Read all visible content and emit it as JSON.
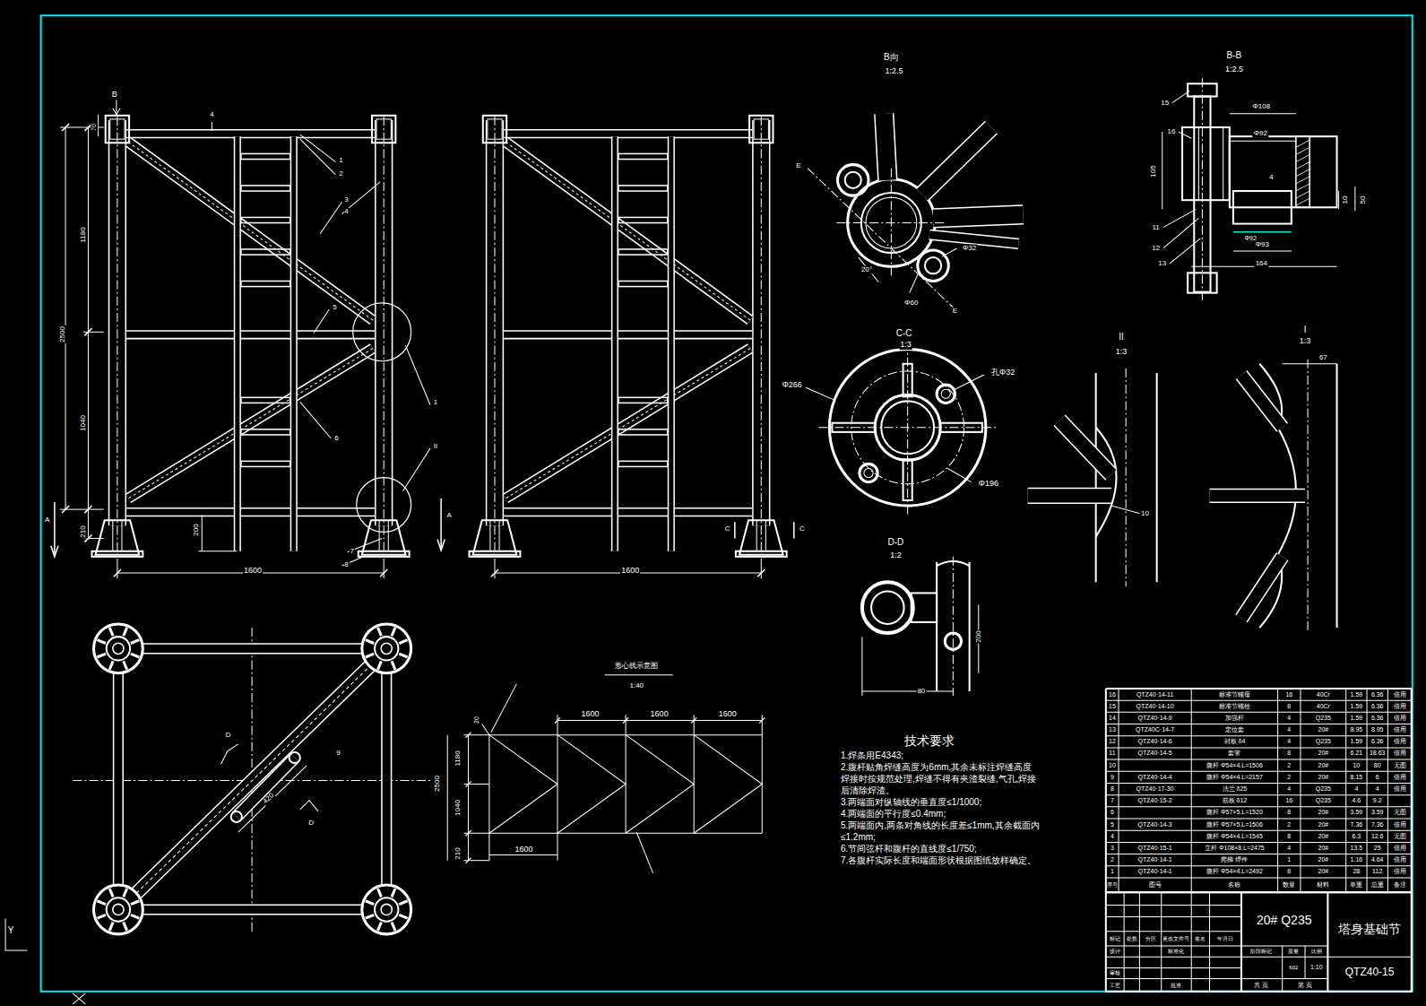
{
  "diagram": {
    "labels": [
      "B",
      "70",
      "4",
      "1",
      "2",
      "3",
      "4",
      "1180",
      "2500",
      "5",
      "1",
      "6",
      "1040",
      "II",
      "A",
      "A",
      "210",
      "200",
      "7",
      "8",
      "1600",
      "1600",
      "C",
      "C",
      "D",
      "D",
      "9",
      "420",
      "B向",
      "1:2.5",
      "E",
      "E",
      "Φ32",
      "20°",
      "Φ60",
      "B-B",
      "1:2.5",
      "15",
      "Φ108",
      "16",
      "Φ92",
      "105",
      "4",
      "10",
      "50",
      "Φ92",
      "Φ93",
      "11",
      "12",
      "13",
      "164",
      "C-C",
      "1:3",
      "孔Φ32",
      "Φ266",
      "Φ196",
      "D-D",
      "1:2",
      "200",
      "80",
      "II",
      "1:3",
      "10",
      "I",
      "1:3",
      "67",
      "形心线示意图",
      "1:40",
      "1600",
      "1600",
      "1600",
      "20",
      "1180",
      "2500",
      "1040",
      "210",
      "1600",
      "Y",
      "技术要求",
      "1.焊条用E4343;",
      "2.腹杆贴角焊缝高度为6mm,其余未标注焊缝高度焊接时按规范处理,焊缝不得有夹渣裂缝,气孔,焊接后清除焊渣。",
      "3.两端面对纵轴线的垂直度≤1/1000;",
      "4.两端面的平行度≤0.4mm;",
      "5.两端面内,两条对角线的长度差≤1mm,其余截面内≤1.2mm;",
      "6.节间弦杆和腹杆的直线度≤1/750;",
      "7.各腹杆实际长度和端面形状根据图纸放样确定。",
      "16",
      "QTZ40·14-11",
      "标准节螺母",
      "16",
      "40Cr",
      "1.59",
      "6.36",
      "借用",
      "15",
      "QTZ40·14-10",
      "标准节螺栓",
      "8",
      "40Cr",
      "1.59",
      "6.36",
      "借用",
      "14",
      "QTZ40·14-9",
      "加强杆",
      "4",
      "Q235",
      "1.59",
      "6.36",
      "借用",
      "13",
      "QTZ40C·14-7",
      "定位套",
      "4",
      "20#",
      "8.95",
      "8.95",
      "借用",
      "12",
      "QTZ40·14-6",
      "封板 δ4",
      "4",
      "Q235",
      "1.59",
      "6.36",
      "借用",
      "11",
      "QTZ40·14-5",
      "套管",
      "8",
      "20#",
      "6.21",
      "18.63",
      "借用",
      "10",
      "腹杆 Φ54×4.L=1506",
      "2",
      "20#",
      "10",
      "80",
      "无图",
      "9",
      "QTZ40·14-4",
      "腹杆 Φ54×4.L=2157",
      "2",
      "20#",
      "8.15",
      "6",
      "借用",
      "8",
      "QTZ40·17-30",
      "法兰 δ25",
      "4",
      "Q235",
      "4",
      "4",
      "借用",
      "7",
      "QTZ40·15-2",
      "筋板 δ12",
      "16",
      "Q235",
      "4.6",
      "9.2",
      "6",
      "腹杆 Φ57×5.L=1520",
      "8",
      "20#",
      "3.59",
      "3.59",
      "无图",
      "5",
      "QTZ40·14-3",
      "腹杆 Φ57×5.L=1506",
      "2",
      "20#",
      "7.36",
      "7.36",
      "借用",
      "4",
      "腹杆 Φ54×4.L=1545",
      "8",
      "20#",
      "6.3",
      "12.6",
      "无图",
      "3",
      "QTZ40·15-1",
      "立杆 Φ108×8.L=2475",
      "4",
      "20#",
      "13.5",
      "25",
      "借用",
      "2",
      "QTZ40·14-1",
      "爬梯 焊件",
      "1",
      "20#",
      "1.16",
      "4.64",
      "借用",
      "1",
      "QTZ40·14-1",
      "腹杆 Φ54×4.L=2492",
      "8",
      "20#",
      "28",
      "112",
      "借用",
      "序号",
      "图号",
      "名称",
      "数量",
      "材料",
      "单重",
      "总重",
      "备注",
      "20# Q235",
      "塔身基础节",
      "QTZ40-15",
      "标记",
      "处数",
      "分区",
      "更改文件号",
      "签名",
      "年月日",
      "设计",
      "标准化",
      "审核",
      "工艺",
      "批准",
      "阶段标记",
      "质量",
      "比例",
      "602",
      "1:10",
      "共 页",
      "第 页"
    ]
  }
}
